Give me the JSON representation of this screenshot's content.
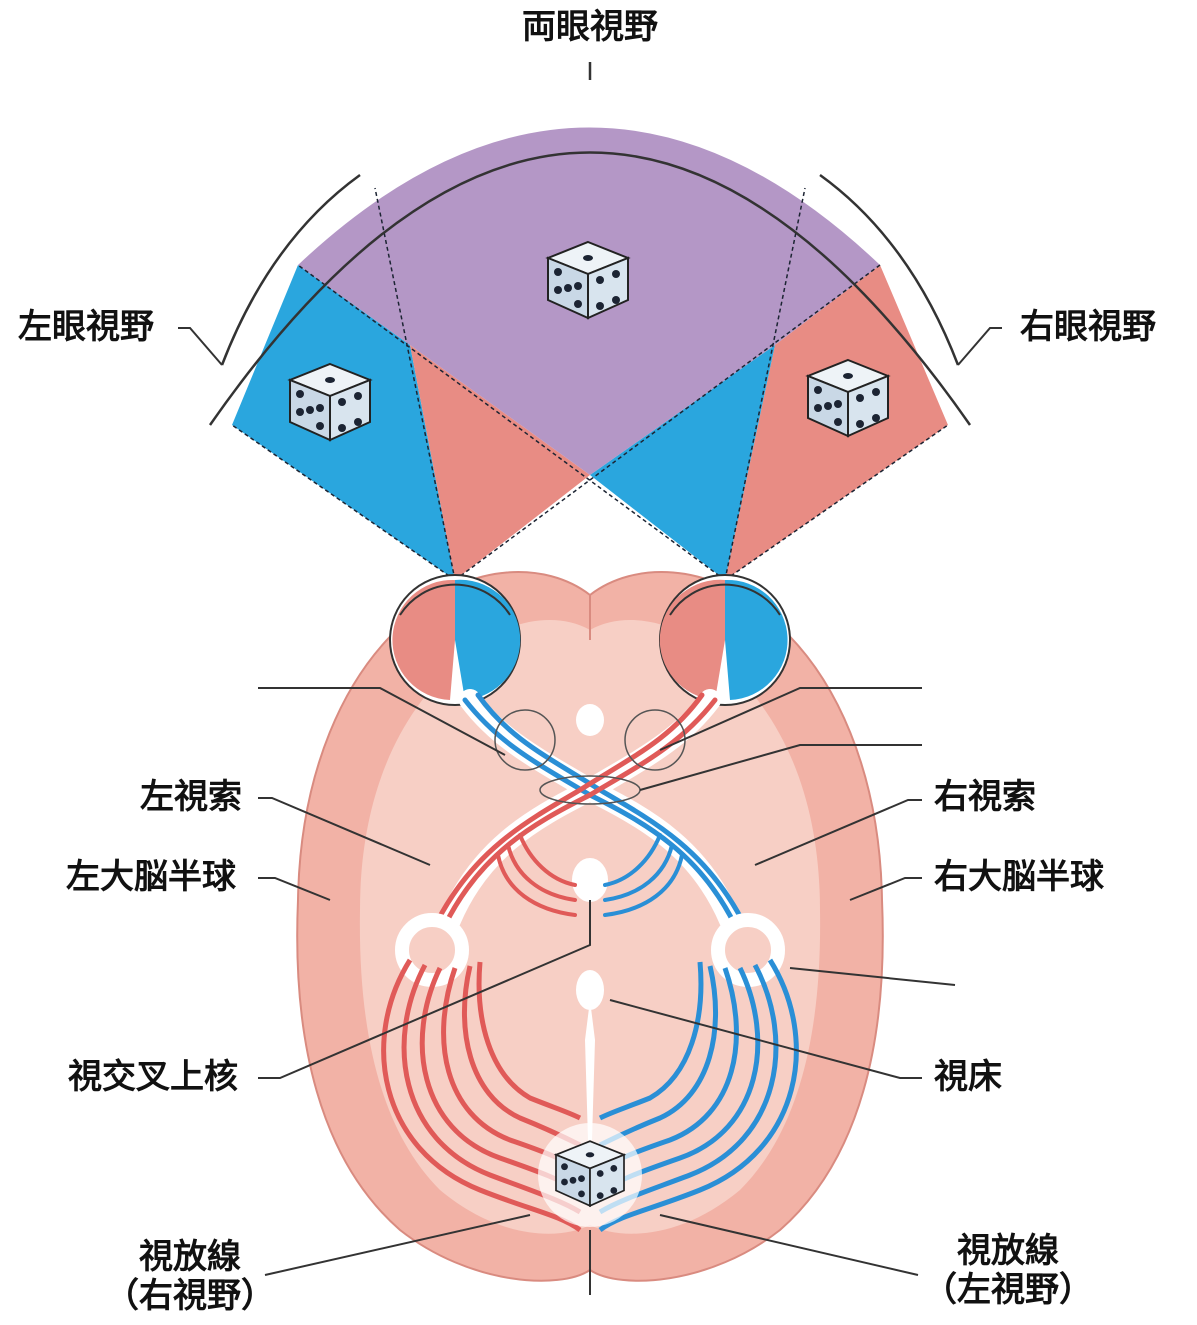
{
  "colors": {
    "binocular": "#b497c6",
    "left_eye_blue": "#2aa6de",
    "right_eye_red": "#e88c84",
    "brain_outer": "#f2b2a6",
    "brain_inner": "#f7cfc5",
    "pathway_red": "#e05a58",
    "pathway_blue": "#2a8fd6",
    "die_face": "#cfdde8",
    "die_pip": "#1c2433"
  },
  "icons": {
    "dice": "dice-icon",
    "eye": "eyeball-icon"
  },
  "labels": {
    "binocular_field": "両眼視野",
    "left_eye_field": "左眼視野",
    "right_eye_field": "右眼視野",
    "left_optic_tract": "左視索",
    "right_optic_tract": "右視索",
    "left_hemisphere": "左大脳半球",
    "right_hemisphere": "右大脳半球",
    "suprachiasmatic_nucleus": "視交叉上核",
    "thalamus": "視床",
    "optic_radiation_right_field_line1": "視放線",
    "optic_radiation_right_field_line2": "（右視野）",
    "optic_radiation_left_field_line1": "視放線",
    "optic_radiation_left_field_line2": "（左視野）"
  }
}
